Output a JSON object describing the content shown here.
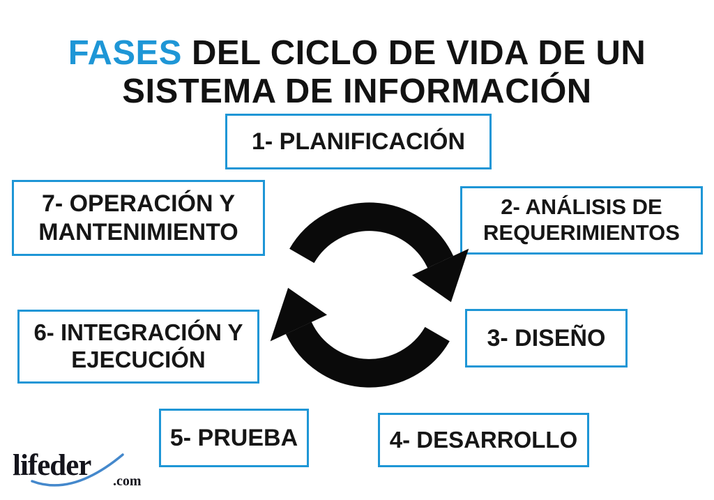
{
  "title": {
    "highlight": "FASES",
    "line1_rest": " DEL CICLO DE VIDA DE UN",
    "line2": "SISTEMA DE INFORMACIÓN"
  },
  "phases": [
    {
      "id": 1,
      "label": "1- PLANIFICACIÓN"
    },
    {
      "id": 2,
      "label": "2- ANÁLISIS DE REQUERIMIENTOS"
    },
    {
      "id": 3,
      "label": "3- DISEÑO"
    },
    {
      "id": 4,
      "label": "4- DESARROLLO"
    },
    {
      "id": 5,
      "label": "5- PRUEBA"
    },
    {
      "id": 6,
      "label": "6- INTEGRACIÓN Y EJECUCIÓN"
    },
    {
      "id": 7,
      "label": "7- OPERACIÓN Y MANTENIMIENTO"
    }
  ],
  "cycle_icon": "cycle-arrows-icon",
  "logo": {
    "name": "lifeder",
    "tld": ".com"
  },
  "colors": {
    "accent_blue": "#1E96D6",
    "text_black": "#121212",
    "arrow_black": "#0A0A0A",
    "logo_text": "#14141C",
    "logo_swoosh": "#4488CC",
    "background": "#FFFFFF"
  }
}
